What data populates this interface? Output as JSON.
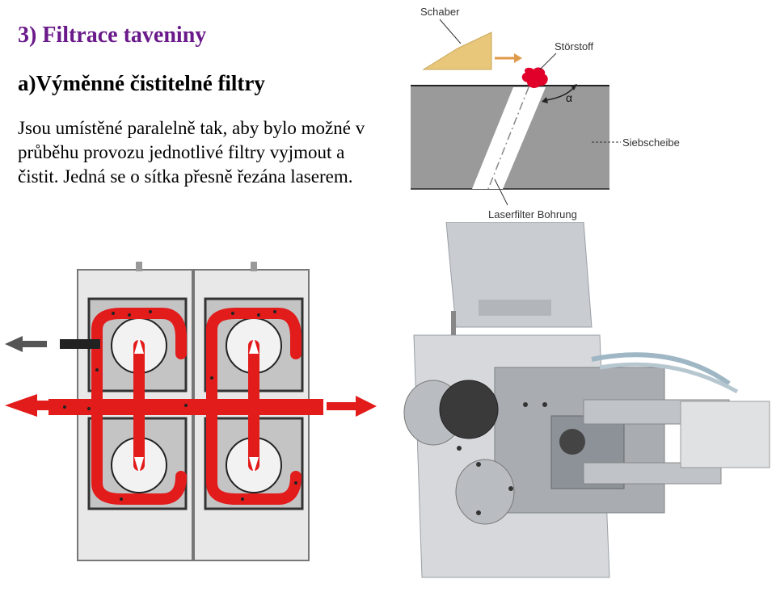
{
  "slide": {
    "title": "3) Filtrace taveniny",
    "subtitle": "a)Výměnné čistitelné filtry",
    "body": "Jsou umístěné paralelně tak, aby bylo možné v průběhu provozu jednotlivé filtry vyjmout a čistit. Jedná se o sítka přesně řezána laserem."
  },
  "laser_diagram": {
    "label_scraper": "Schaber",
    "label_contaminant": "Störstoff",
    "label_angle": "α",
    "label_screen_disc": "Siebscheibe",
    "label_bore": "Laserfilter Bohrung"
  },
  "colors": {
    "title": "#6a1a8a",
    "melt_flow": "#e21b1b",
    "scraper": "#e8c77a",
    "screen_disc": "#9a9a9a"
  }
}
